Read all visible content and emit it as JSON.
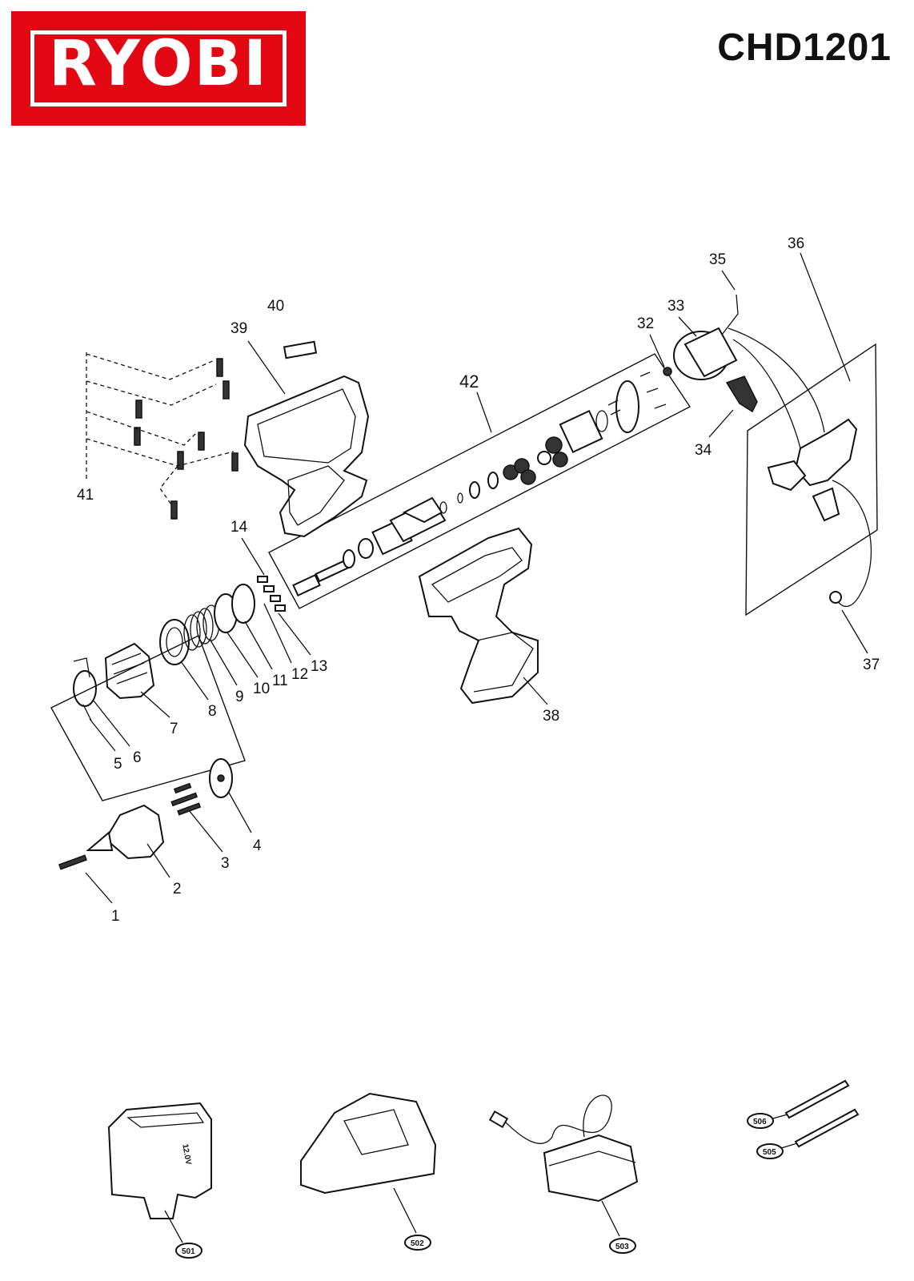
{
  "brand": {
    "name": "RYOBI",
    "color": "#e30613"
  },
  "model": "CHD1201",
  "part_labels": [
    {
      "id": "p1",
      "text": "1"
    },
    {
      "id": "p2",
      "text": "2"
    },
    {
      "id": "p3",
      "text": "3"
    },
    {
      "id": "p4",
      "text": "4"
    },
    {
      "id": "p5",
      "text": "5"
    },
    {
      "id": "p6",
      "text": "6"
    },
    {
      "id": "p7",
      "text": "7"
    },
    {
      "id": "p8",
      "text": "8"
    },
    {
      "id": "p9",
      "text": "9"
    },
    {
      "id": "p10",
      "text": "10"
    },
    {
      "id": "p11",
      "text": "11"
    },
    {
      "id": "p12",
      "text": "12"
    },
    {
      "id": "p13",
      "text": "13"
    },
    {
      "id": "p14",
      "text": "14"
    },
    {
      "id": "p32",
      "text": "32"
    },
    {
      "id": "p33",
      "text": "33"
    },
    {
      "id": "p34",
      "text": "34"
    },
    {
      "id": "p35",
      "text": "35"
    },
    {
      "id": "p36",
      "text": "36"
    },
    {
      "id": "p37",
      "text": "37"
    },
    {
      "id": "p38",
      "text": "38"
    },
    {
      "id": "p39",
      "text": "39"
    },
    {
      "id": "p40",
      "text": "40"
    },
    {
      "id": "p41",
      "text": "41"
    },
    {
      "id": "p42",
      "text": "42"
    }
  ],
  "accessory_labels": [
    {
      "id": "a501",
      "text": "501"
    },
    {
      "id": "a502",
      "text": "502"
    },
    {
      "id": "a503",
      "text": "503"
    },
    {
      "id": "a505",
      "text": "505"
    },
    {
      "id": "a506",
      "text": "506"
    }
  ],
  "battery_marking": "12.0V"
}
